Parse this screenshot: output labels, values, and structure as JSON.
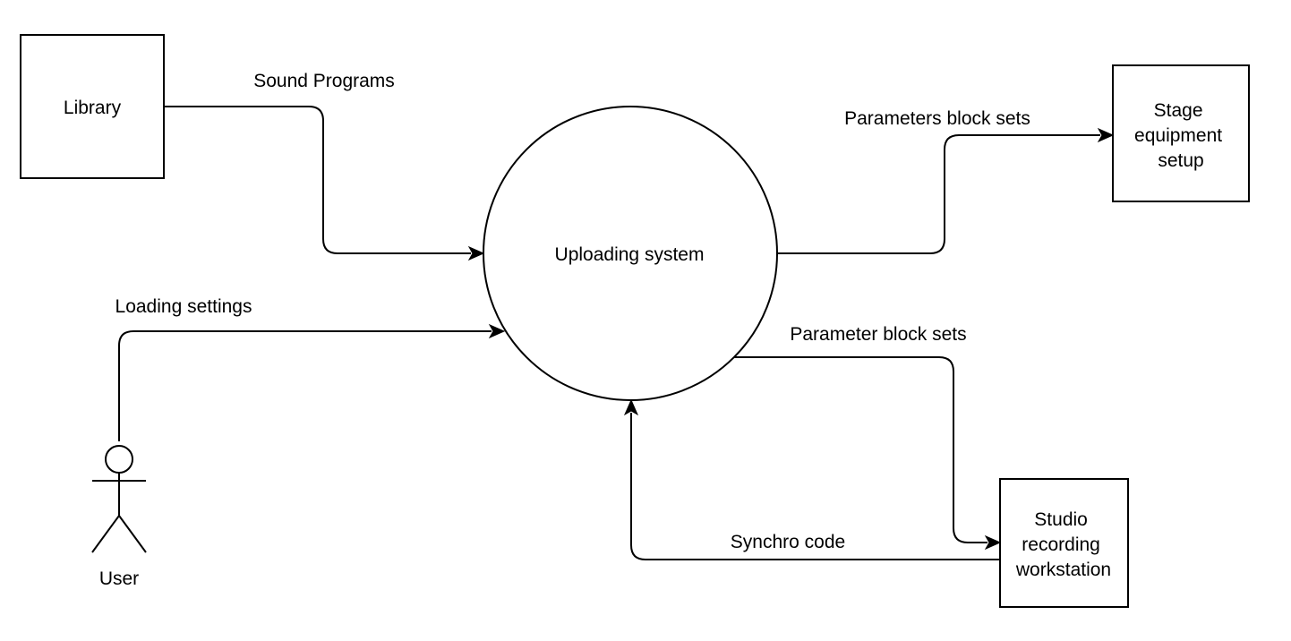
{
  "nodes": {
    "library": {
      "label": "Library"
    },
    "stage": {
      "lines": [
        "Stage",
        "equipment",
        "setup"
      ]
    },
    "studio": {
      "lines": [
        "Studio",
        "recording",
        "workstation"
      ]
    },
    "process": {
      "label": "Uploading system"
    },
    "user": {
      "label": "User"
    }
  },
  "flows": {
    "sound_programs": "Sound Programs",
    "parameters_block_sets": "Parameters block sets",
    "loading_settings": "Loading settings",
    "parameter_block_sets": "Parameter block sets",
    "synchro_code": "Synchro code"
  }
}
